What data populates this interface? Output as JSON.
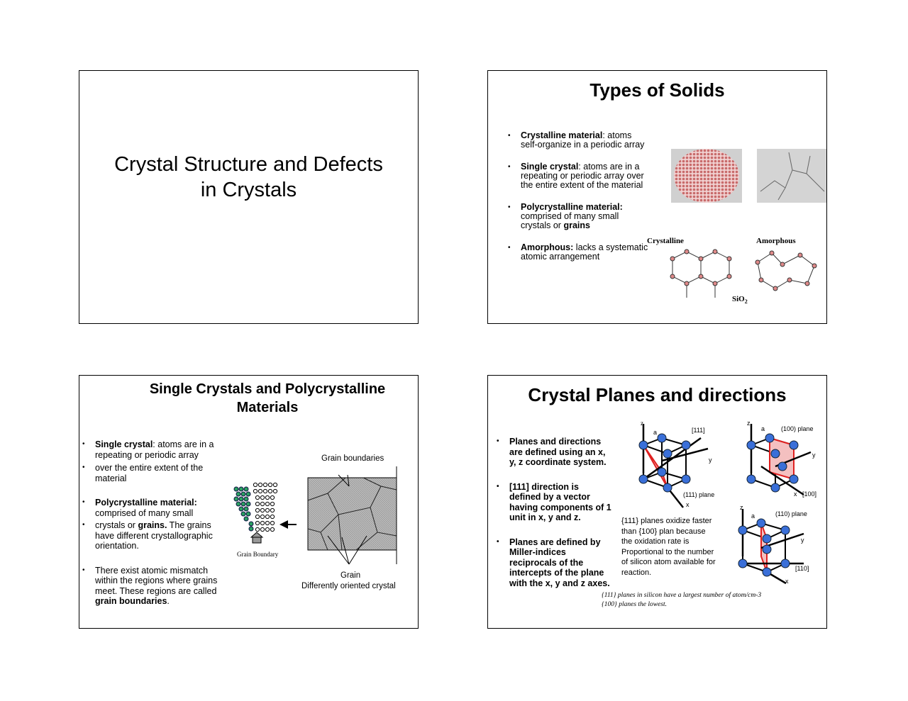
{
  "slide1": {
    "title_line1": "Crystal Structure and Defects",
    "title_line2": "in Crystals"
  },
  "slide2": {
    "title": "Types of Solids",
    "bullets": [
      {
        "bold": "Crystalline material",
        "text": ": atoms self-organize in a periodic array"
      },
      {
        "bold": "Single crystal",
        "text": ": atoms are in a repeating or periodic array over the entire extent of the material"
      },
      {
        "bold": "Polycrystalline material:",
        "text": " comprised of many small crystals or ",
        "bold2": "grains"
      },
      {
        "bold": "Amorphous:",
        "text": " lacks a systematic atomic arrangement"
      }
    ],
    "label_crystalline": "Crystalline",
    "label_amorphous": "Amorphous",
    "label_sio2": "SiO",
    "label_sio2_sub": "2"
  },
  "slide3": {
    "title": "Single Crystals and Polycrystalline Materials",
    "bullets": [
      {
        "bold": "Single crystal",
        "text": ": atoms are in a repeating or periodic array"
      },
      {
        "text": "over the entire extent of the material"
      },
      {
        "bold": "Polycrystalline material:",
        "text": " comprised of many small"
      },
      {
        "text": "crystals or ",
        "bold": "grains.",
        "text2": " The grains have different crystallographic orientation."
      },
      {
        "text": "There exist atomic mismatch within the regions where grains meet. These regions are called ",
        "bold": "grain boundaries",
        "text2": "."
      }
    ],
    "label_grain_boundary": "Grain Boundary",
    "label_grain_boundaries": "Grain boundaries",
    "label_grain": "Grain",
    "label_oriented": "Differently oriented crystal"
  },
  "slide4": {
    "title": "Crystal Planes and directions",
    "bullets": [
      "Planes and directions are defined using an x, y, z coordinate system.",
      " [111] direction is defined by a vector having components of 1 unit in x, y and z.",
      " Planes are defined by Miller-indices reciprocals of the intercepts of the plane with the x, y and z axes."
    ],
    "note": "{111} planes oxidize faster than {100} plan because the oxidation rate is Proportional to the number of silicon atom available for reaction.",
    "caption1": "{111} planes in silicon have a largest number of atom/cm-3",
    "caption2": "{100} planes the lowest.",
    "diagram_labels": {
      "z": "z",
      "a": "a",
      "x": "x",
      "y": "y",
      "d111": "[111]",
      "p111": "(111) plane",
      "p100": "(100) plane",
      "d100": "[100]",
      "p110": "(110) plane",
      "d110": "[110]"
    }
  },
  "colors": {
    "atom": "#3a6fd8",
    "plane": "#e02020",
    "pink_atom": "#d98b8b"
  }
}
